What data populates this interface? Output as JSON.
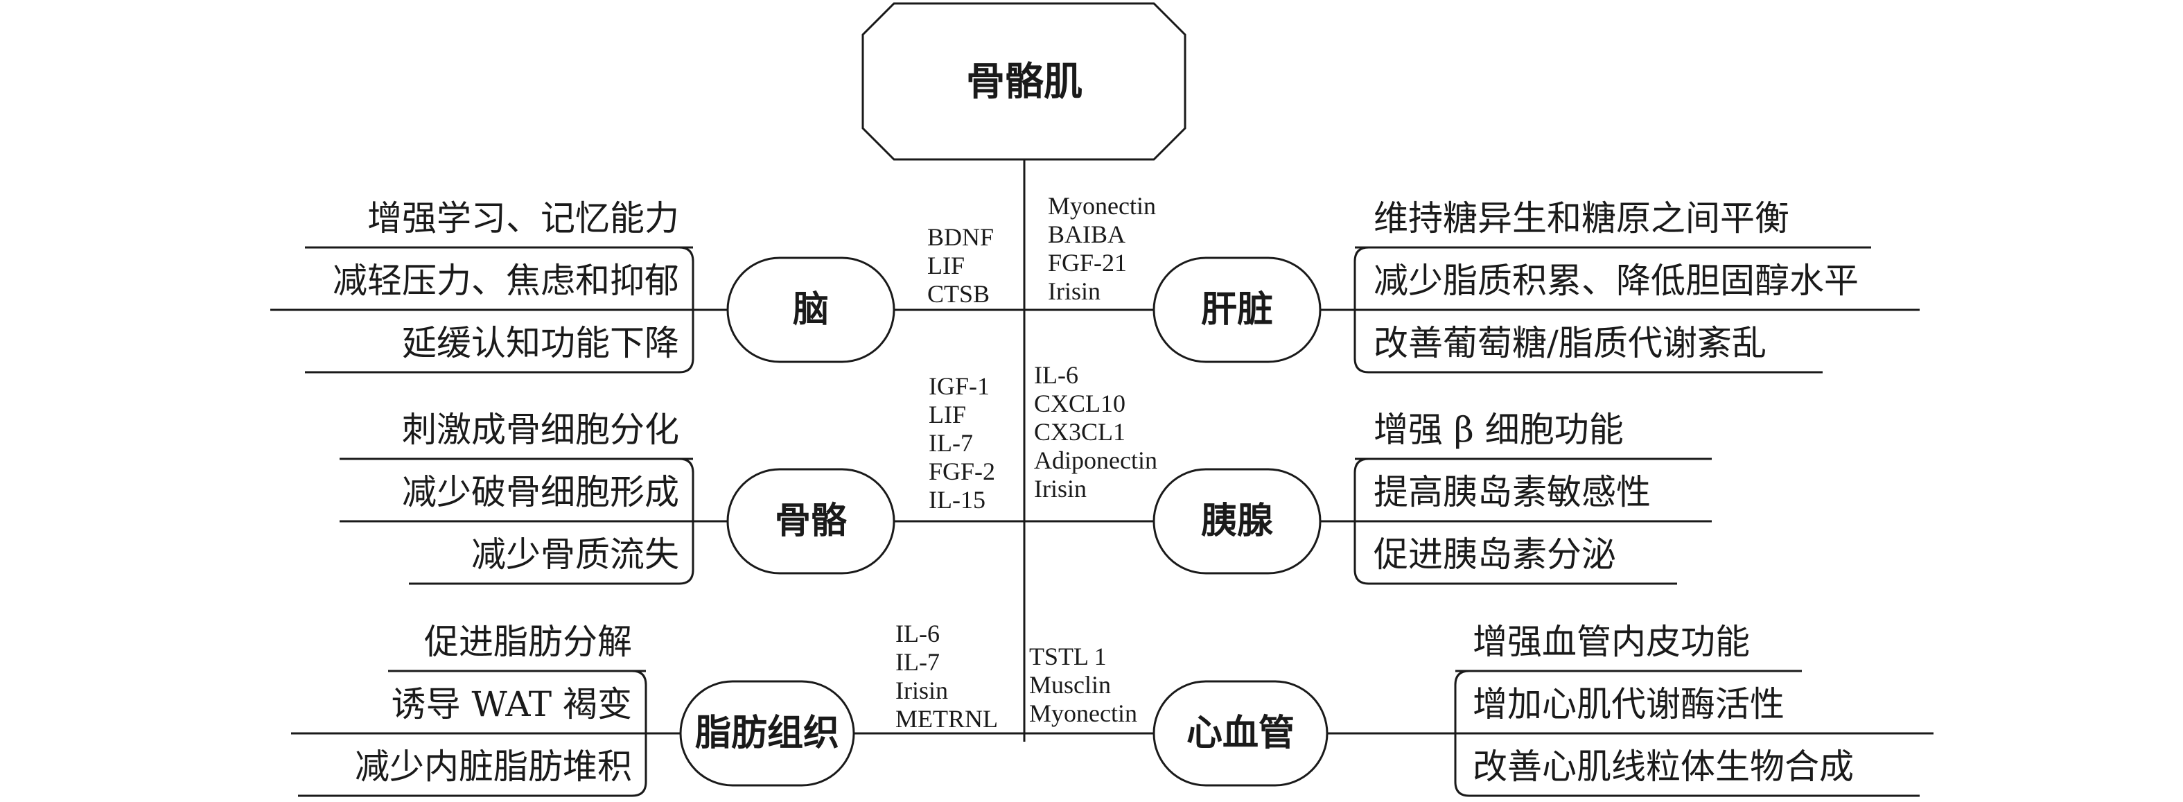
{
  "root": {
    "label": "骨骼肌"
  },
  "branches": {
    "brain": {
      "label": "脑",
      "molecules": [
        "BDNF",
        "LIF",
        "CTSB"
      ],
      "effects": [
        "增强学习、记忆能力",
        "减轻压力、焦虑和抑郁",
        "延缓认知功能下降"
      ]
    },
    "bone": {
      "label": "骨骼",
      "molecules": [
        "IGF-1",
        "LIF",
        "IL-7",
        "FGF-2",
        "IL-15"
      ],
      "effects": [
        "刺激成骨细胞分化",
        "减少破骨细胞形成",
        "减少骨质流失"
      ]
    },
    "adipose": {
      "label": "脂肪组织",
      "molecules": [
        "IL-6",
        "IL-7",
        "Irisin",
        "METRNL"
      ],
      "effects": [
        "促进脂肪分解",
        "诱导 WAT 褐变",
        "减少内脏脂肪堆积"
      ]
    },
    "liver": {
      "label": "肝脏",
      "molecules": [
        "Myonectin",
        "BAIBA",
        "FGF-21",
        "Irisin"
      ],
      "effects": [
        "维持糖异生和糖原之间平衡",
        "减少脂质积累、降低胆固醇水平",
        "改善葡萄糖/脂质代谢紊乱"
      ]
    },
    "pancreas": {
      "label": "胰腺",
      "molecules": [
        "IL-6",
        "CXCL10",
        "CX3CL1",
        "Adiponectin",
        "Irisin"
      ],
      "effects": [
        "增强 β 细胞功能",
        "提高胰岛素敏感性",
        "促进胰岛素分泌"
      ]
    },
    "cardio": {
      "label": "心血管",
      "molecules": [
        "TSTL 1",
        "Musclin",
        "Myonectin"
      ],
      "effects": [
        "增强血管内皮功能",
        "增加心肌代谢酶活性",
        "改善心肌线粒体生物合成"
      ]
    }
  }
}
